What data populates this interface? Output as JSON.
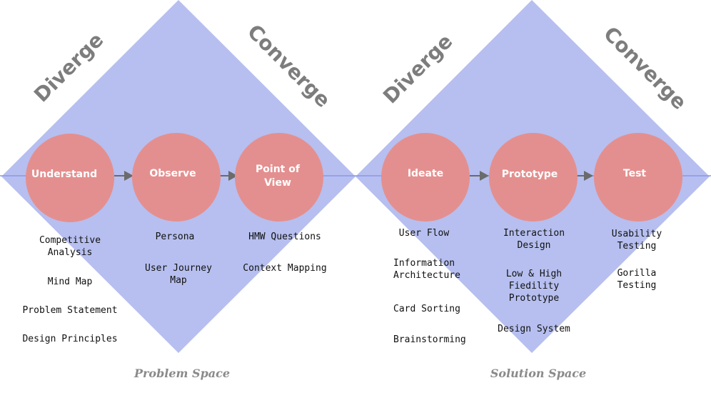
{
  "colors": {
    "diamond": "#b6bfef",
    "axis": "#8a98e8",
    "node": "#e48f8f",
    "arrow": "#6b6b6b",
    "heading": "#7d7d7d",
    "space_label": "#8a8a8a"
  },
  "headings": {
    "diverge_1": "Diverge",
    "converge_1": "Converge",
    "diverge_2": "Diverge",
    "converge_2": "Converge"
  },
  "stages": [
    {
      "label_lines": [
        "Understand"
      ]
    },
    {
      "label_lines": [
        "Observe"
      ]
    },
    {
      "label_lines": [
        "Point of",
        "View"
      ]
    },
    {
      "label_lines": [
        "Ideate"
      ]
    },
    {
      "label_lines": [
        "Prototype"
      ]
    },
    {
      "label_lines": [
        "Test"
      ]
    }
  ],
  "methods": {
    "understand": [
      "Competitive\nAnalysis",
      "Mind Map",
      "Problem Statement",
      "Design Principles"
    ],
    "observe": [
      "Persona",
      "User Journey\nMap"
    ],
    "point_of_view": [
      "HMW Questions",
      "Context Mapping"
    ],
    "ideate": [
      "User Flow",
      "Information\nArchitecture",
      "Card Sorting",
      "Brainstorming"
    ],
    "prototype": [
      "Interaction\nDesign",
      "Low & High\nFiedility\nPrototype",
      "Design System"
    ],
    "test": [
      "Usability\nTesting",
      "Gorilla\nTesting"
    ]
  },
  "space_labels": {
    "problem": "Problem Space",
    "solution": "Solution Space"
  }
}
